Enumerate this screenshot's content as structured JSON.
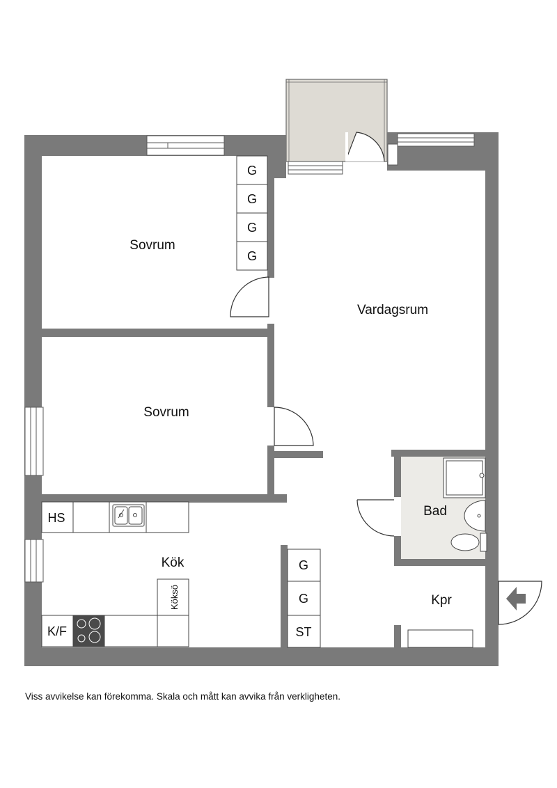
{
  "rooms": {
    "sovrum_top": "Sovrum",
    "sovrum_mid": "Sovrum",
    "vardagsrum": "Vardagsrum",
    "kok": "Kök",
    "bad": "Bad",
    "kpr": "Kpr"
  },
  "fixtures": {
    "wardrobe_top": [
      "G",
      "G",
      "G",
      "G"
    ],
    "hs": "HS",
    "kf": "K/F",
    "koksö": "Köksö",
    "hall_storage": [
      "G",
      "G",
      "ST"
    ]
  },
  "disclaimer": "Viss avvikelse kan förekomma. Skala och mått kan avvika från verkligheten.",
  "colors": {
    "wall": "#7a7a7a",
    "balcony": "#dedbd4",
    "bath_floor": "#ecebe7",
    "arrow": "#6f6f6f",
    "stove": "#4a4a4a"
  }
}
